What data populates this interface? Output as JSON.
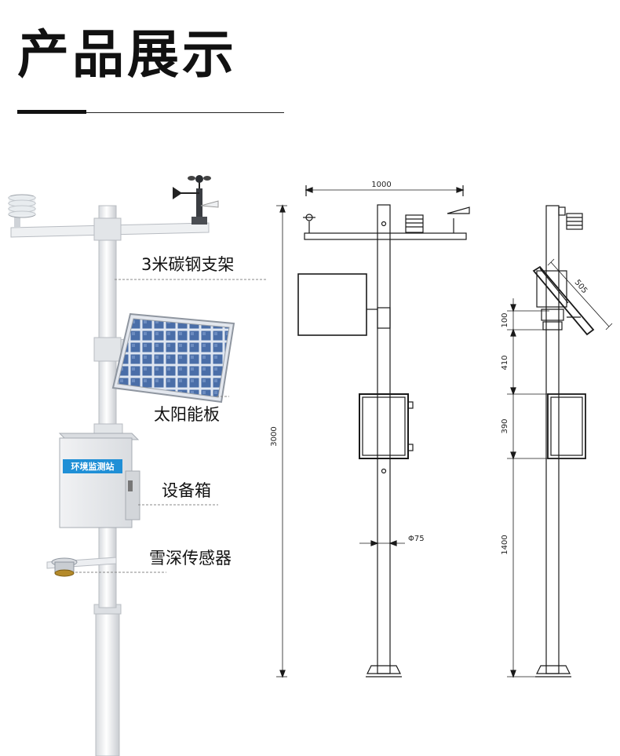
{
  "title": "产品展示",
  "labels": {
    "bracket": "3米碳钢支架",
    "solar_panel": "太阳能板",
    "equipment_box": "设备箱",
    "snow_sensor": "雪深传感器"
  },
  "box_sign": "环境监测站",
  "front_view": {
    "crossarm_width": "1000",
    "total_height": "3000",
    "pole_diameter": "Φ75"
  },
  "side_view": {
    "panel_dim": "505",
    "dim_a": "100",
    "dim_b": "410",
    "dim_c": "390",
    "dim_d": "1400"
  },
  "colors": {
    "pole": "#e9ebee",
    "panel_cell": "#4a6ea8",
    "sign_bg": "#1f8fd6",
    "line": "#1a1a1a"
  }
}
